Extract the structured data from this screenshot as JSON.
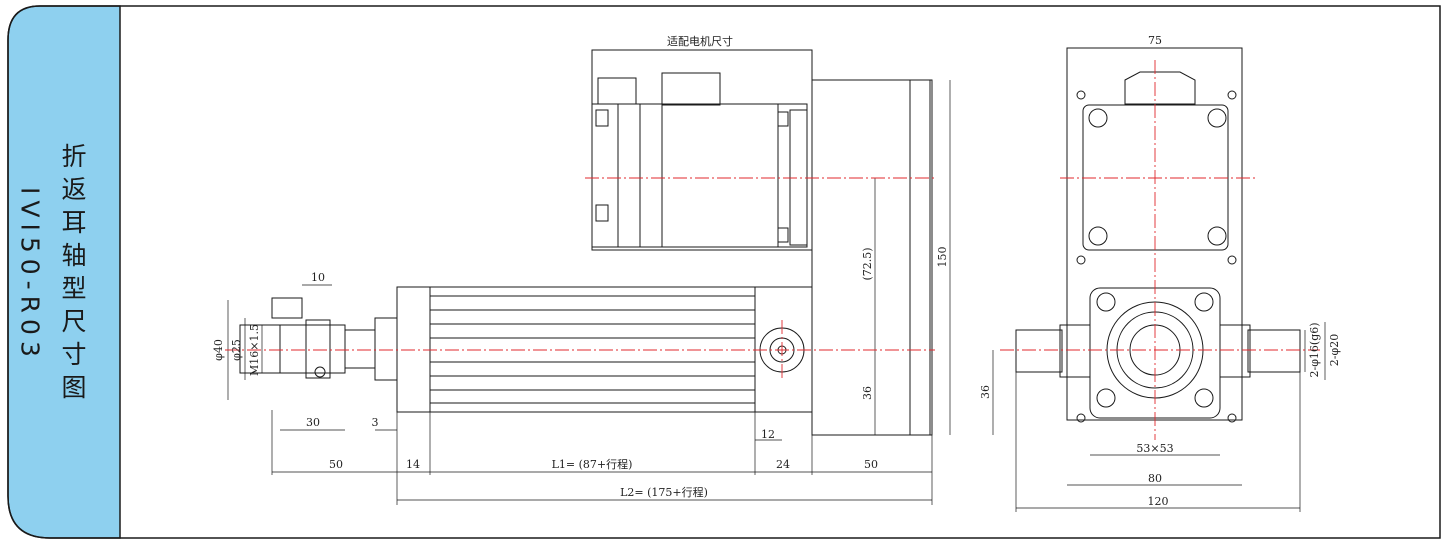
{
  "title": {
    "name_cn": "折返耳轴型尺寸图",
    "model": "IVI50-R03"
  },
  "colors": {
    "title_panel": "#8ed0ef",
    "line": "#1a1a1a",
    "centerline": "#e0282d"
  },
  "side_view": {
    "motor_label": "适配电机尺寸",
    "dim_10": "10",
    "dim_phi40": "φ40",
    "dim_phi25": "φ25",
    "dim_thread": "M16×1.5",
    "dim_30": "30",
    "dim_3": "3",
    "dim_50_left": "50",
    "dim_14": "14",
    "dim_L1": "L1= (87+行程)",
    "dim_24": "24",
    "dim_50_right": "50",
    "dim_12": "12",
    "dim_L2": "L2= (175+行程)",
    "dim_72_5": "(72.5)",
    "dim_36": "36",
    "dim_150": "150"
  },
  "end_view": {
    "dim_75": "75",
    "dim_36": "36",
    "dim_phi16": "2-φ16(g6)",
    "dim_phi20": "2-φ20",
    "dim_53": "53×53",
    "dim_80": "80",
    "dim_120": "120"
  }
}
